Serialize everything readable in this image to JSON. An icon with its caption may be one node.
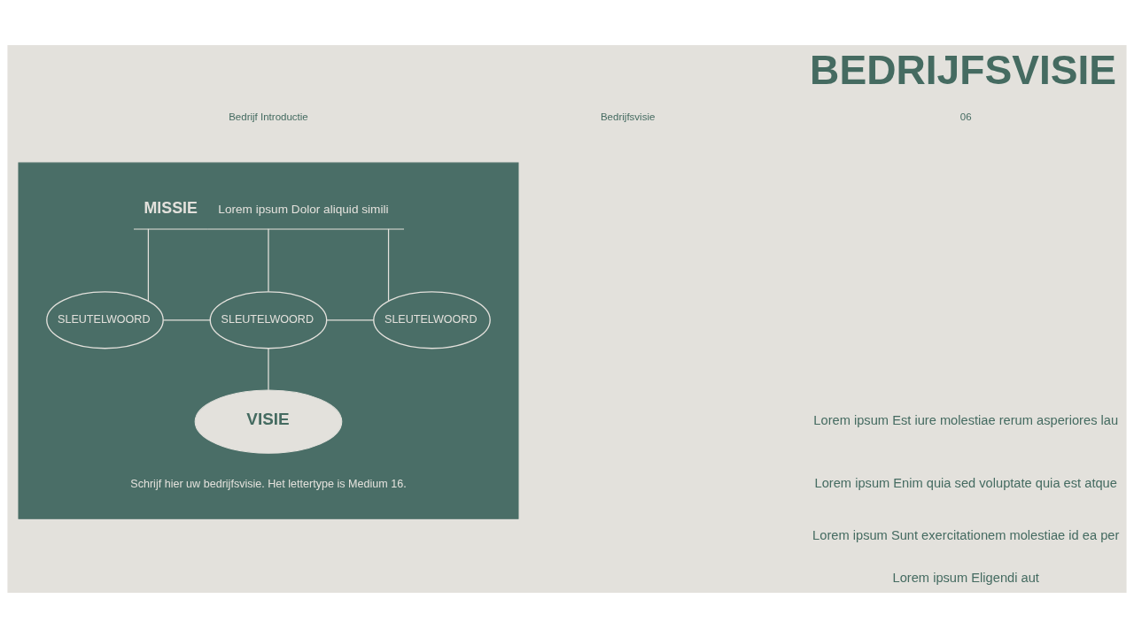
{
  "diagram": {
    "title": "BEDRIJFSVISIE",
    "nodes": [
      {
        "text": [],
        "shape": "box"
      },
      {
        "text": [
          "MISSIE",
          "Lorem ipsum Dolor aliquid simili"
        ],
        "in": 0
      },
      {
        "text": [
          "SLEUTELWOORD"
        ],
        "in": 0
      },
      {
        "text": [
          "SLEUTELWOORD"
        ],
        "in": 0
      },
      {
        "text": [
          "SLEUTELWOORD"
        ],
        "in": 0
      },
      {
        "text": [
          "VISIE"
        ],
        "in": 0,
        "beside": [
          "Schrijf hier uw bedrijfsvisie. Het lettertype is Medium 16."
        ]
      }
    ],
    "edges": [
      {
        "from": 1,
        "to": 2,
        "arrow": "none"
      },
      {
        "from": 1,
        "to": 3,
        "arrow": "none"
      },
      {
        "from": 1,
        "to": 4,
        "arrow": "none"
      },
      {
        "from": 2,
        "to": 3,
        "arrow": "none"
      },
      {
        "from": 3,
        "to": 4,
        "arrow": "none"
      },
      {
        "from": 3,
        "to": 5,
        "arrow": "none"
      }
    ],
    "labels": [
      "Bedrijf Introductie",
      "Bedrijfsvisie",
      "06",
      "Lorem ipsum Est iure molestiae rerum asperiores lau",
      "Lorem ipsum Enim quia sed voluptate quia est atque",
      "Lorem ipsum Sunt exercitationem molestiae id ea per",
      "Lorem ipsum Eligendi aut"
    ]
  }
}
